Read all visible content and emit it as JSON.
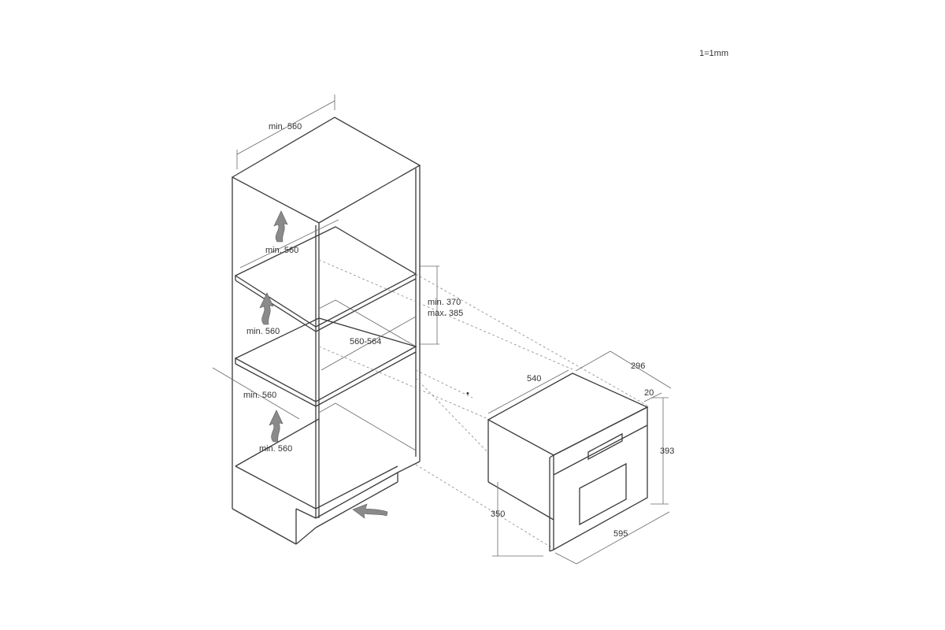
{
  "scale_label": "1=1mm",
  "cabinet": {
    "top_depth": "min. 560",
    "upper_vent": "min. 560",
    "shelf_depth": "min. 560",
    "niche_height_min": "min. 370",
    "niche_height_max": "max. 385",
    "niche_width": "560-564",
    "mid_depth": "min. 560",
    "lower_vent": "min. 560"
  },
  "appliance": {
    "depth": "540",
    "front_depth": "296",
    "front_thickness": "20",
    "height": "393",
    "body_height": "350",
    "width": "595"
  }
}
